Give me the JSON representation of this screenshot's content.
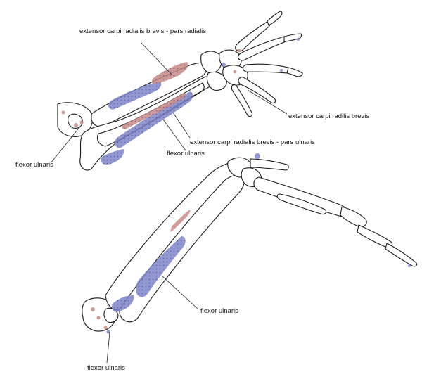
{
  "labels": {
    "ecrb_pars_radialis": "extensor carpi radialis brevis - pars radialis",
    "ecrb_distal": "extensor carpi radilis brevis",
    "ecrb_pars_ulnaris": "extensor carpi radialis brevis - pars ulnaris",
    "flexor_ulnaris_upper_left": "flexor ulnaris",
    "flexor_ulnaris_upper_mid": "flexor ulnaris",
    "flexor_ulnaris_lower_mid": "flexor ulnaris",
    "flexor_ulnaris_lower_left": "flexor ulnaris"
  },
  "colors": {
    "muscle_red": "#c98b86",
    "muscle_blue": "#7f86c9",
    "outline": "#1a1a1a"
  }
}
